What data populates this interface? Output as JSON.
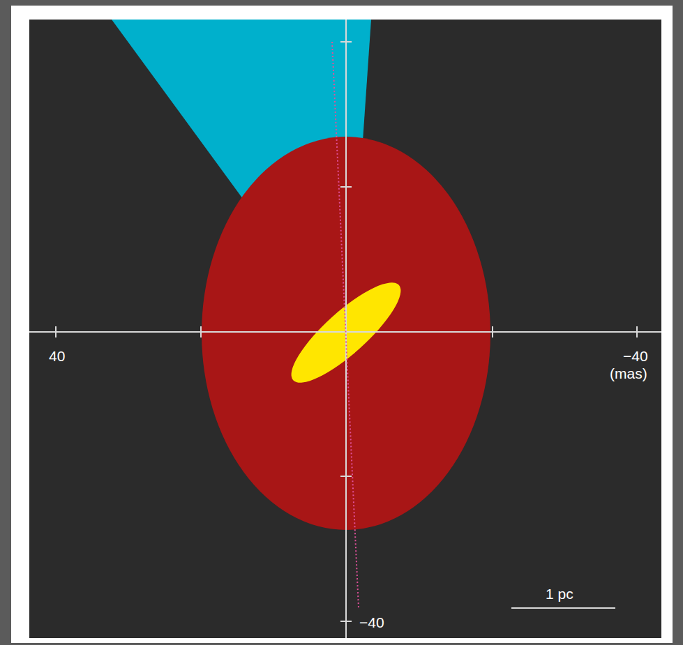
{
  "diagram": {
    "labels": [
      "40",
      "−40",
      "(mas)",
      "−40",
      "1 pc"
    ]
  }
}
